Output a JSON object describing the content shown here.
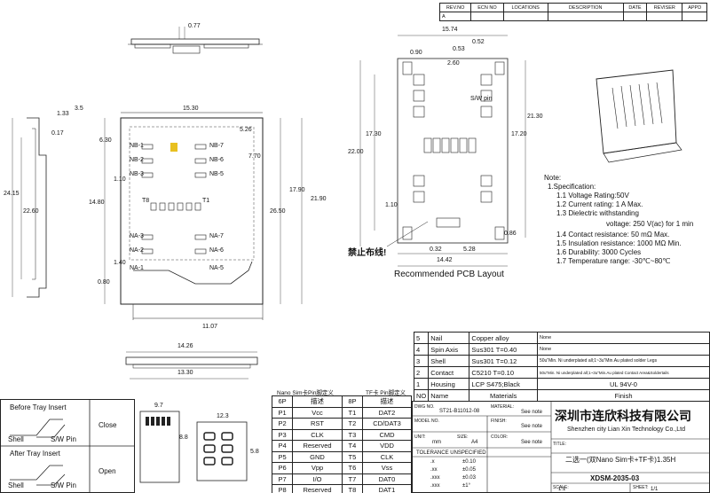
{
  "revision_table": {
    "headers": [
      "REV.NO",
      "ECN NO",
      "LOCATIONS",
      "DESCRIPTION",
      "DATE",
      "REVISER",
      "APPD"
    ],
    "row": [
      "A",
      "",
      "",
      "",
      "",
      "",
      ""
    ]
  },
  "front_view_dims": {
    "d_15_30": "15.30",
    "d_1_33": "1.33",
    "d_3_5": "3.5",
    "d_0_17": "0.17",
    "d_6_30": "6.30",
    "d_24_15": "24.15",
    "d_22_60": "22.60",
    "d_14_80": "14.80",
    "d_26_50": "26.50",
    "d_17_90": "17.90",
    "d_21_90": "21.90",
    "d_11_07": "11.07",
    "d_1_10": "1.10",
    "d_5_26": "5.26",
    "d_1_40": "1.40",
    "d_7_70": "7.70",
    "d_0_80": "0.80"
  },
  "front_view_labels": {
    "nb": [
      "NB-1",
      "NB-2",
      "NB-3",
      "NB-5",
      "NB-6",
      "NB-7"
    ],
    "na": [
      "NA-1",
      "NA-2",
      "NA-3",
      "NA-5",
      "NA-6",
      "NA-7"
    ],
    "t": [
      "T8",
      "T1"
    ]
  },
  "top_view_dims": {
    "d_0_77": "0.77"
  },
  "bottom_view_dims": {
    "d_14_26": "14.26",
    "d_13_30": "13.30"
  },
  "pcb_layout": {
    "d_15_74": "15.74",
    "d_0_52": "0.52",
    "d_0_90": "0.90",
    "d_0_53": "0.53",
    "d_2_60": "2.60",
    "d_17_30": "17.30",
    "d_21_30": "21.30",
    "d_22_00": "22.00",
    "d_17_20": "17.20",
    "d_14_42": "14.42",
    "d_0_32": "0.32",
    "d_5_28": "5.28",
    "d_1_10": "1.10",
    "d_0_86": "0.86",
    "caption": "Recommended PCB Layout",
    "no_trace_note": "禁止布线!",
    "sw_pin": "S/W pin"
  },
  "spec_notes": {
    "heading": "Note:",
    "lines": [
      "1.Specification:",
      "1.1 Voltage Rating:50V",
      "1.2 Current rating: 1 A Max.",
      "1.3 Dielectric withstanding",
      "voltage: 250 V(ac) for 1 min",
      "1.4 Contact resistance: 50 mΩ Max.",
      "1.5 Insulation resistance: 1000 MΩ Min.",
      "1.6 Durability: 3000 Cycles",
      "1.7 Temperature range: -30℃~80℃"
    ]
  },
  "bom": {
    "rows": [
      [
        "5",
        "Nail",
        "Copper alloy",
        "None"
      ],
      [
        "4",
        "Spin Axis",
        "Sus301 T=0.40",
        "None"
      ],
      [
        "3",
        "Shell",
        "Sus301 T=0.12",
        "50u\"Min. Ni underplated all;1~3u\"Min.Au plated solder Legs"
      ],
      [
        "2",
        "Contact",
        "C5210 T=0.10",
        "50u\"Min. Ni underplated all;1~3u\"Min.Au plated Contact Area&Soldertails"
      ],
      [
        "1",
        "Housing",
        "LCP S475;Black",
        "UL 94V-0"
      ]
    ],
    "footer": [
      "NO",
      "Name",
      "Materials",
      "Finish"
    ]
  },
  "switch_diagram": {
    "before_title": "Before Tray Insert",
    "after_title": "After Tray Insert",
    "shell": "Shell",
    "sw_pin": "S/W Pin",
    "close": "Close",
    "open": "Open"
  },
  "card_dims": {
    "d_8_8": "8.8",
    "d_12_3": "12.3",
    "d_9_7": "9.7",
    "d_5_8": "5.8"
  },
  "pin_table": {
    "nano_title": "Nano Sim卡Pin脚定义",
    "tf_title": "TF卡 Pin脚定义",
    "headers": [
      "6P",
      "描述",
      "8P",
      "描述"
    ],
    "rows": [
      [
        "P1",
        "Vcc",
        "T1",
        "DAT2"
      ],
      [
        "P2",
        "RST",
        "T2",
        "CD/DAT3"
      ],
      [
        "P3",
        "CLK",
        "T3",
        "CMD"
      ],
      [
        "P4",
        "Reserved",
        "T4",
        "VDD"
      ],
      [
        "P5",
        "GND",
        "T5",
        "CLK"
      ],
      [
        "P6",
        "Vpp",
        "T6",
        "Vss"
      ],
      [
        "P7",
        "I/O",
        "T7",
        "DAT0"
      ],
      [
        "P8",
        "Reserved",
        "T8",
        "DAT1"
      ]
    ]
  },
  "title_block": {
    "company_cn": "深圳市连欣科技有限公司",
    "company_en": "Shenzhen city Lian Xin Technology Co.,Ltd",
    "dwg_no_label": "DWG NO.",
    "dwg_no": "ST21-B11012-08",
    "material_label": "MATERIAL:",
    "material_value": "See note",
    "model_label": "MODEL NO.",
    "finish_label": "FINISH:",
    "finish_value": "See note",
    "unit_label": "UNIT:",
    "unit_value": "mm",
    "size_label": "SIZE:",
    "size_value": "A4",
    "color_label": "COLOR:",
    "color_value": "See note",
    "tolerance": "TOLERANCE UNSPECIFIED",
    "tol_rows": [
      [
        ".x",
        "±0.10"
      ],
      [
        ".xx",
        "±0.05"
      ],
      [
        ".xxx",
        "±0.03"
      ],
      [
        ".xxx",
        "±1°"
      ]
    ],
    "title_label": "TITLE:",
    "title_line": "二选一(双Nano Sim卡+TF卡)1.35H",
    "part_no": "XDSM-2035-03",
    "scale_label": "SCALE:",
    "scale_value": "1:1",
    "sheet_label": "SHEET:",
    "sheet_value": "1/1"
  }
}
